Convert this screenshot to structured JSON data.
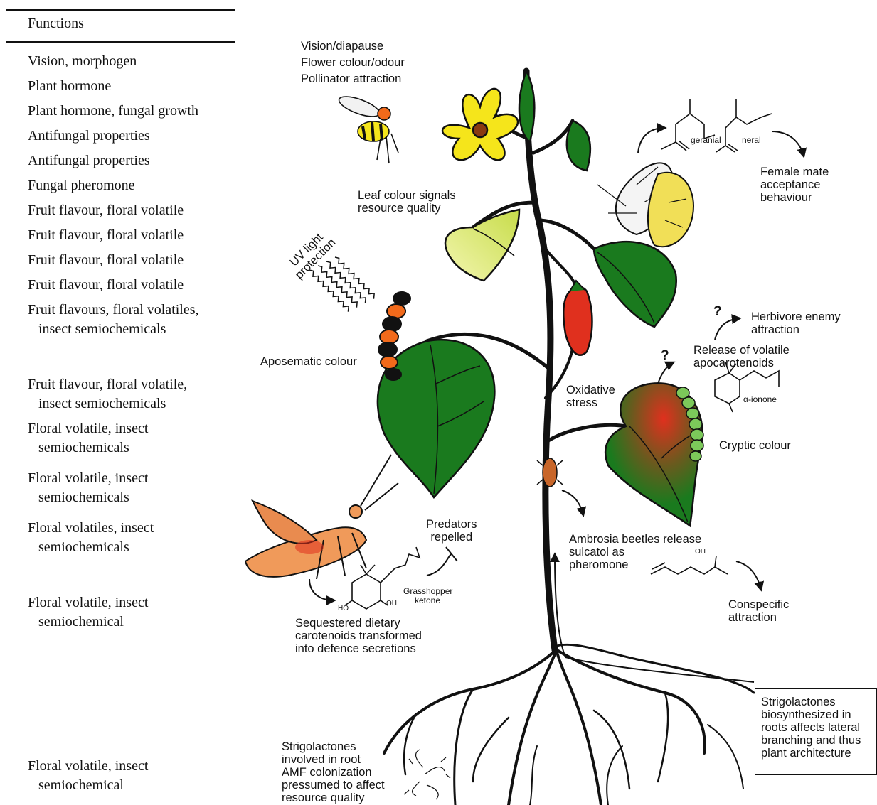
{
  "table": {
    "header": "Functions",
    "rows": [
      {
        "line1": "Vision, morphogen",
        "line2": ""
      },
      {
        "line1": "Plant hormone",
        "line2": ""
      },
      {
        "line1": "Plant hormone, fungal growth",
        "line2": ""
      },
      {
        "line1": "Antifungal properties",
        "line2": ""
      },
      {
        "line1": "Antifungal properties",
        "line2": ""
      },
      {
        "line1": "Fungal pheromone",
        "line2": ""
      },
      {
        "line1": "Fruit flavour, floral volatile",
        "line2": ""
      },
      {
        "line1": "Fruit flavour, floral volatile",
        "line2": ""
      },
      {
        "line1": "Fruit flavour, floral volatile",
        "line2": ""
      },
      {
        "line1": "Fruit flavour, floral volatile",
        "line2": ""
      },
      {
        "line1": "Fruit flavours, floral volatiles,",
        "line2": "insect semiochemicals"
      },
      {
        "line1": "Fruit flavour, floral volatile,",
        "line2": "insect semiochemicals"
      },
      {
        "line1": "Floral volatile, insect",
        "line2": "semiochemicals"
      },
      {
        "line1": "Floral volatile, insect",
        "line2": "semiochemicals"
      },
      {
        "line1": "Floral volatiles, insect",
        "line2": "semiochemicals"
      },
      {
        "line1": "Floral volatile, insect",
        "line2": "semiochemical"
      },
      {
        "line1": "Floral volatile, insect",
        "line2": "semiochemical"
      }
    ]
  },
  "diagram": {
    "top_labels": [
      "Vision/diapause",
      "Flower colour/odour",
      "Pollinator attraction"
    ],
    "leaf_colour": [
      "Leaf colour signals",
      "resource quality"
    ],
    "uv": [
      "UV light",
      "protection"
    ],
    "aposematic": "Aposematic colour",
    "female_mate": [
      "Female mate",
      "acceptance",
      "behaviour"
    ],
    "geranial": "geranial",
    "neral": "neral",
    "question_mark": "?",
    "herbivore_enemy": [
      "Herbivore enemy",
      "attraction"
    ],
    "release_volatile": [
      "Release of volatile",
      "apocarotenoids"
    ],
    "ionone": "α-ionone",
    "oxidative": [
      "Oxidative",
      "stress"
    ],
    "cryptic": "Cryptic colour",
    "predators": [
      "Predators",
      "repelled"
    ],
    "grasshopper_ketone": [
      "Grasshopper",
      "ketone"
    ],
    "chem_oh": "OH",
    "chem_ho": "HO",
    "sequestered": [
      "Sequestered dietary",
      "carotenoids transformed",
      "into defence secretions"
    ],
    "ambrosia": [
      "Ambrosia beetles release",
      "sulcatol as",
      "pheromone"
    ],
    "conspecific": [
      "Conspecific",
      "attraction"
    ],
    "strigo_box": [
      "Strigolactones",
      "biosynthesized in",
      "roots affects lateral",
      "branching and thus",
      "plant architecture"
    ],
    "strigo_amf": [
      "Strigolactones",
      "involved in root",
      "AMF colonization",
      "pressumed to affect",
      "resource quality"
    ]
  },
  "colors": {
    "leaf_green": "#1a7a1e",
    "leaf_yellow": "#e4ec8a",
    "flower_yellow": "#f5e51b",
    "fruit_red": "#e0301e",
    "grasshopper_orange": "#f09a5a",
    "caterpillar_orange": "#f26a1b",
    "caterpillar_green": "#7cc95a"
  }
}
